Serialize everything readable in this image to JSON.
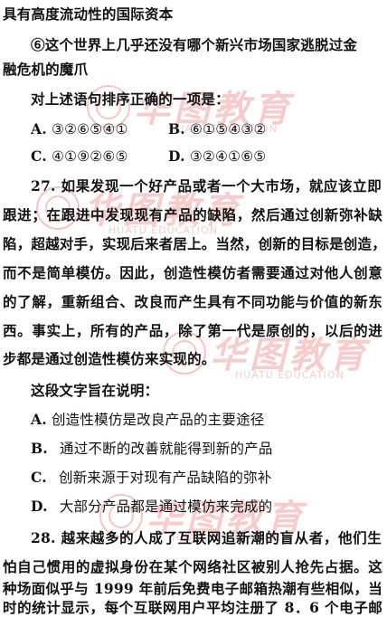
{
  "watermark": {
    "brand": "华图教育",
    "subtitle": "HUATU EDUCATION"
  },
  "lines": {
    "l1": "具有高度流动性的国际资本",
    "l2": "⑥这个世界上几乎还没有哪个新兴市场国家逃脱过金",
    "l3": "融危机的魔爪",
    "l4": "对上述语句排序正确的一项是：",
    "q26_a_label": "A.",
    "q26_a_text": "③②⑥⑤④①",
    "q26_b_label": "B.",
    "q26_b_text": "⑥①⑤④③②",
    "q26_c_label": "C.",
    "q26_c_text": "④①⑨②⑥⑤",
    "q26_d_label": "D.",
    "q26_d_text": "③②④①⑥⑤",
    "p27_1": "27. 如果发现一个好产品或者一个大市场，就应该立即",
    "p27_2": "跟进；在跟进中发现现有产品的缺陷，然后通过创新弥补缺",
    "p27_3": "陷，超越对手，实现后来者居上。当然，创新的目标是创造，",
    "p27_4": "而不是简单模仿。因此，创造性模仿者需要通过对他人创意",
    "p27_5": "的了解，重新组合、改良而产生具有不同功能与价值的新东",
    "p27_6": "西。事实上，所有的产品，除了第一代是原创的，以后的进",
    "p27_7": "步都是通过创造性模仿来实现的。",
    "p27_q": "这段文字旨在说明：",
    "q27_a_label": "A.",
    "q27_a_text": "创造性模仿是改良产品的主要途径",
    "q27_b_label": "B.",
    "q27_b_text": "通过不断的改善就能得到新的产品",
    "q27_c_label": "C.",
    "q27_c_text": "创新来源于对现有产品缺陷的弥补",
    "q27_d_label": "D.",
    "q27_d_text": "大部分产品都是通过模仿来完成的",
    "p28_1": "28. 越来越多的人成了互联网追新潮的盲从者，他们生",
    "p28_2": "怕自己惯用的虚拟身份在某个网络社区被别人抢先占据。这",
    "p28_3": "种场面似乎与 1999 年前后免费电子邮箱热潮有些相似，当",
    "p28_4": "时的统计显示，每个互联网用户平均注册了 8．6 个电子邮"
  }
}
